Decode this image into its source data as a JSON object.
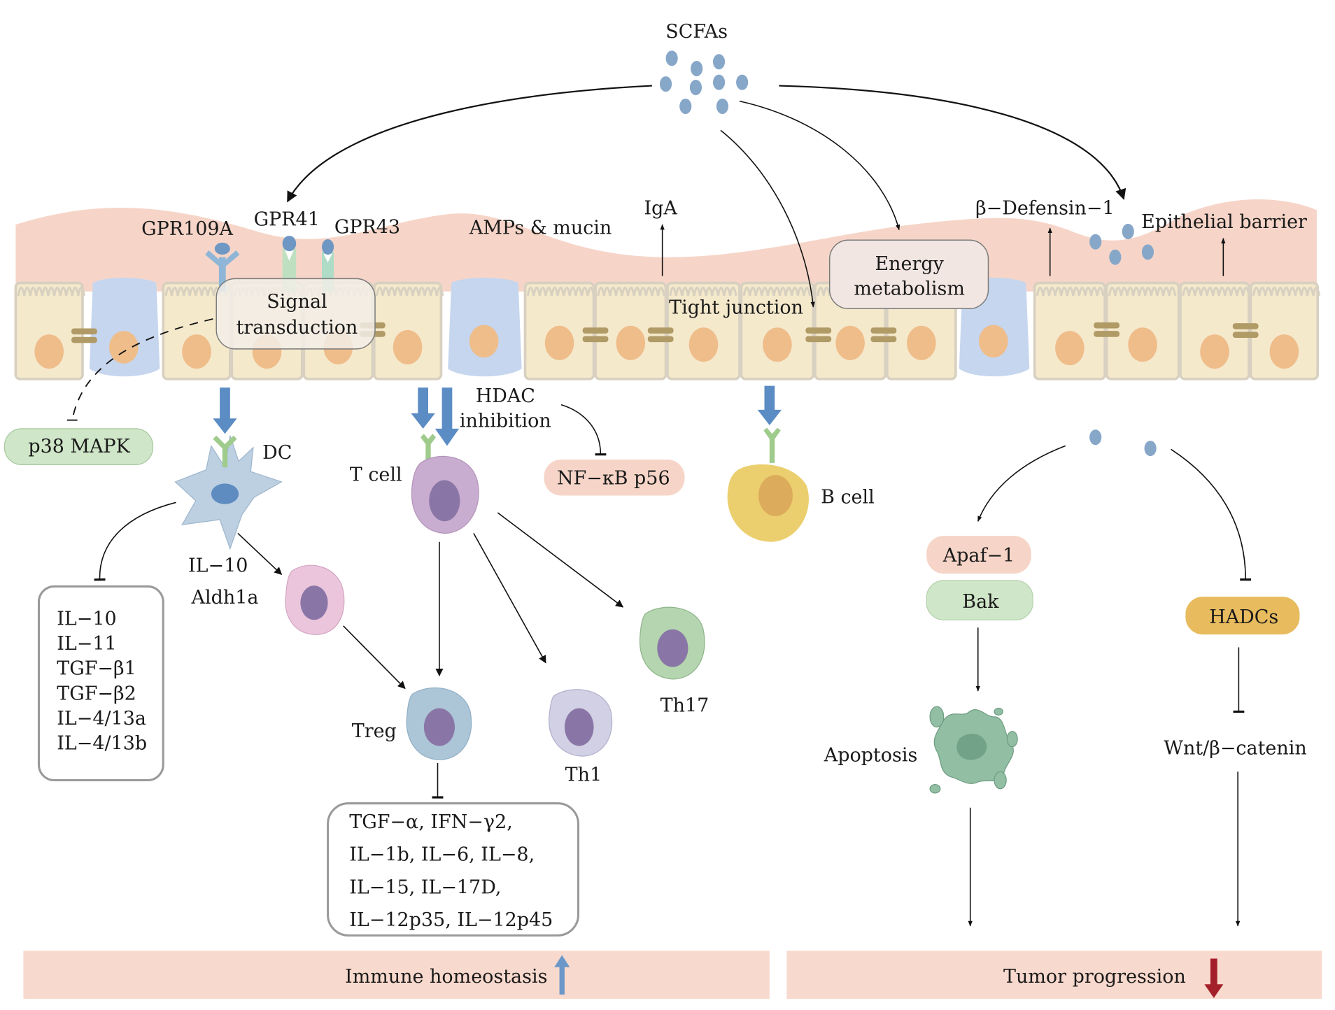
{
  "title": "SCFAs",
  "receptors": {
    "gpr109a": "GPR109A",
    "gpr41": "GPR41",
    "gpr43": "GPR43"
  },
  "epithelium_labels": {
    "amps": "AMPs & mucin",
    "iga": "IgA",
    "tight_junction": "Tight junction",
    "energy_metabolism_1": "Energy",
    "energy_metabolism_2": "metabolism",
    "beta_defensin": "β−Defensin−1",
    "epithelial_barrier": "Epithelial barrier",
    "signal_transduction_1": "Signal",
    "signal_transduction_2": "transduction"
  },
  "immune": {
    "p38": "p38 MAPK",
    "dc": "DC",
    "dc_products_1": "IL−10",
    "dc_products_2": "Aldh1a",
    "dc_inhibited_list": [
      "IL−10",
      "IL−11",
      "TGF−β1",
      "TGF−β2",
      "IL−4/13a",
      "IL−4/13b"
    ],
    "hdac_1": "HDAC",
    "hdac_2": "inhibition",
    "nfkb": "NF−κB p56",
    "t_cell": "T cell",
    "treg": "Treg",
    "th1": "Th1",
    "th17": "Th17",
    "b_cell": "B cell",
    "treg_inhibited_list": [
      "TGF−α, IFN−γ2,",
      "IL−1b, IL−6, IL−8,",
      "IL−15, IL−17D,",
      "IL−12p35, IL−12p45"
    ]
  },
  "tumor": {
    "apaf": "Apaf−1",
    "bak": "Bak",
    "hadcs": "HADCs",
    "apoptosis": "Apoptosis",
    "wnt": "Wnt/β−catenin"
  },
  "outcomes": {
    "immune": {
      "label": "Immune homeostasis",
      "direction": "up",
      "arrow_color": "#6b97c9"
    },
    "tumor": {
      "label": "Tumor progression",
      "direction": "down",
      "arrow_color": "#a3202a"
    }
  },
  "colors": {
    "mucus": "#f6d5c8",
    "epithelial_cell": "#f5e9cc",
    "nucleus": "#efbd8a",
    "goblet_cell": "#c6d6ee",
    "scfa_dot": "#87a7c9",
    "signal_arrow": "#5b8cc4"
  }
}
